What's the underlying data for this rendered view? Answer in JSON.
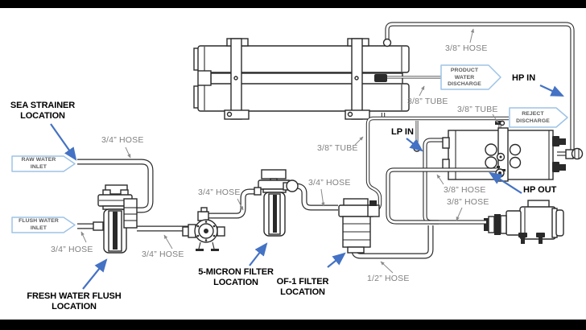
{
  "location_labels": {
    "sea_strainer": [
      "SEA STRAINER",
      "LOCATION"
    ],
    "fresh_water_flush": [
      "FRESH WATER FLUSH",
      "LOCATION"
    ],
    "five_micron_filter": [
      "5-MICRON FILTER",
      "LOCATION"
    ],
    "of1_filter": [
      "OF-1 FILTER",
      "LOCATION"
    ]
  },
  "port_labels": {
    "hp_in": "HP IN",
    "lp_in": "LP IN",
    "hp_out": "HP OUT"
  },
  "flow_callouts": {
    "raw_water_inlet": [
      "RAW WATER",
      "INLET"
    ],
    "flush_water_inlet": [
      "FLUSH WATER",
      "INLET"
    ],
    "product_water_discharge": [
      "PRODUCT",
      "WATER",
      "DISCHARGE"
    ],
    "reject_discharge": [
      "REJECT",
      "DISCHARGE"
    ]
  },
  "size_labels": {
    "hose_3_4": "3/4” HOSE",
    "hose_3_8": "3/8” HOSE",
    "hose_1_2": "1/2” HOSE",
    "tube_3_8": "3/8” TUBE"
  },
  "colors": {
    "annotation_arrow_blue": "#4472C4",
    "callout_border_blue": "#9DC3E6",
    "hose_label_gray": "#808080",
    "diagram_line": "#2a2a2a",
    "background": "#FFFFFF",
    "letterbox_bar": "#000000"
  }
}
